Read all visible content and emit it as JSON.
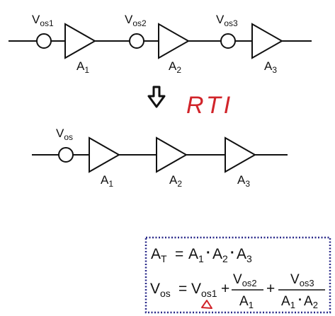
{
  "top_chain": {
    "sources": [
      {
        "base": "V",
        "sub": "os1"
      },
      {
        "base": "V",
        "sub": "os2"
      },
      {
        "base": "V",
        "sub": "os3"
      }
    ],
    "amps": [
      {
        "base": "A",
        "sub": "1"
      },
      {
        "base": "A",
        "sub": "2"
      },
      {
        "base": "A",
        "sub": "3"
      }
    ]
  },
  "annotation": {
    "text": "RTI",
    "color": "#d1242a"
  },
  "bottom_chain": {
    "source": {
      "base": "V",
      "sub": "os"
    },
    "amps": [
      {
        "base": "A",
        "sub": "1"
      },
      {
        "base": "A",
        "sub": "2"
      },
      {
        "base": "A",
        "sub": "3"
      }
    ]
  },
  "formula_box": {
    "border_color": "#2a2a8a",
    "line1": {
      "lhs": {
        "base": "A",
        "sub": "T"
      },
      "eq": "=",
      "terms": [
        {
          "base": "A",
          "sub": "1"
        },
        {
          "base": "A",
          "sub": "2"
        },
        {
          "base": "A",
          "sub": "3"
        }
      ],
      "dot": "·"
    },
    "line2": {
      "lhs": {
        "base": "V",
        "sub": "os"
      },
      "eq": "=",
      "first": {
        "base": "V",
        "sub": "os1"
      },
      "plus": "+",
      "frac1": {
        "num": {
          "base": "V",
          "sub": "os2"
        },
        "den": {
          "base": "A",
          "sub": "1"
        }
      },
      "frac2": {
        "num": {
          "base": "V",
          "sub": "os3"
        },
        "den": [
          {
            "base": "A",
            "sub": "1"
          },
          {
            "base": "A",
            "sub": "2"
          }
        ]
      }
    },
    "mark_color": "#d1242a"
  }
}
